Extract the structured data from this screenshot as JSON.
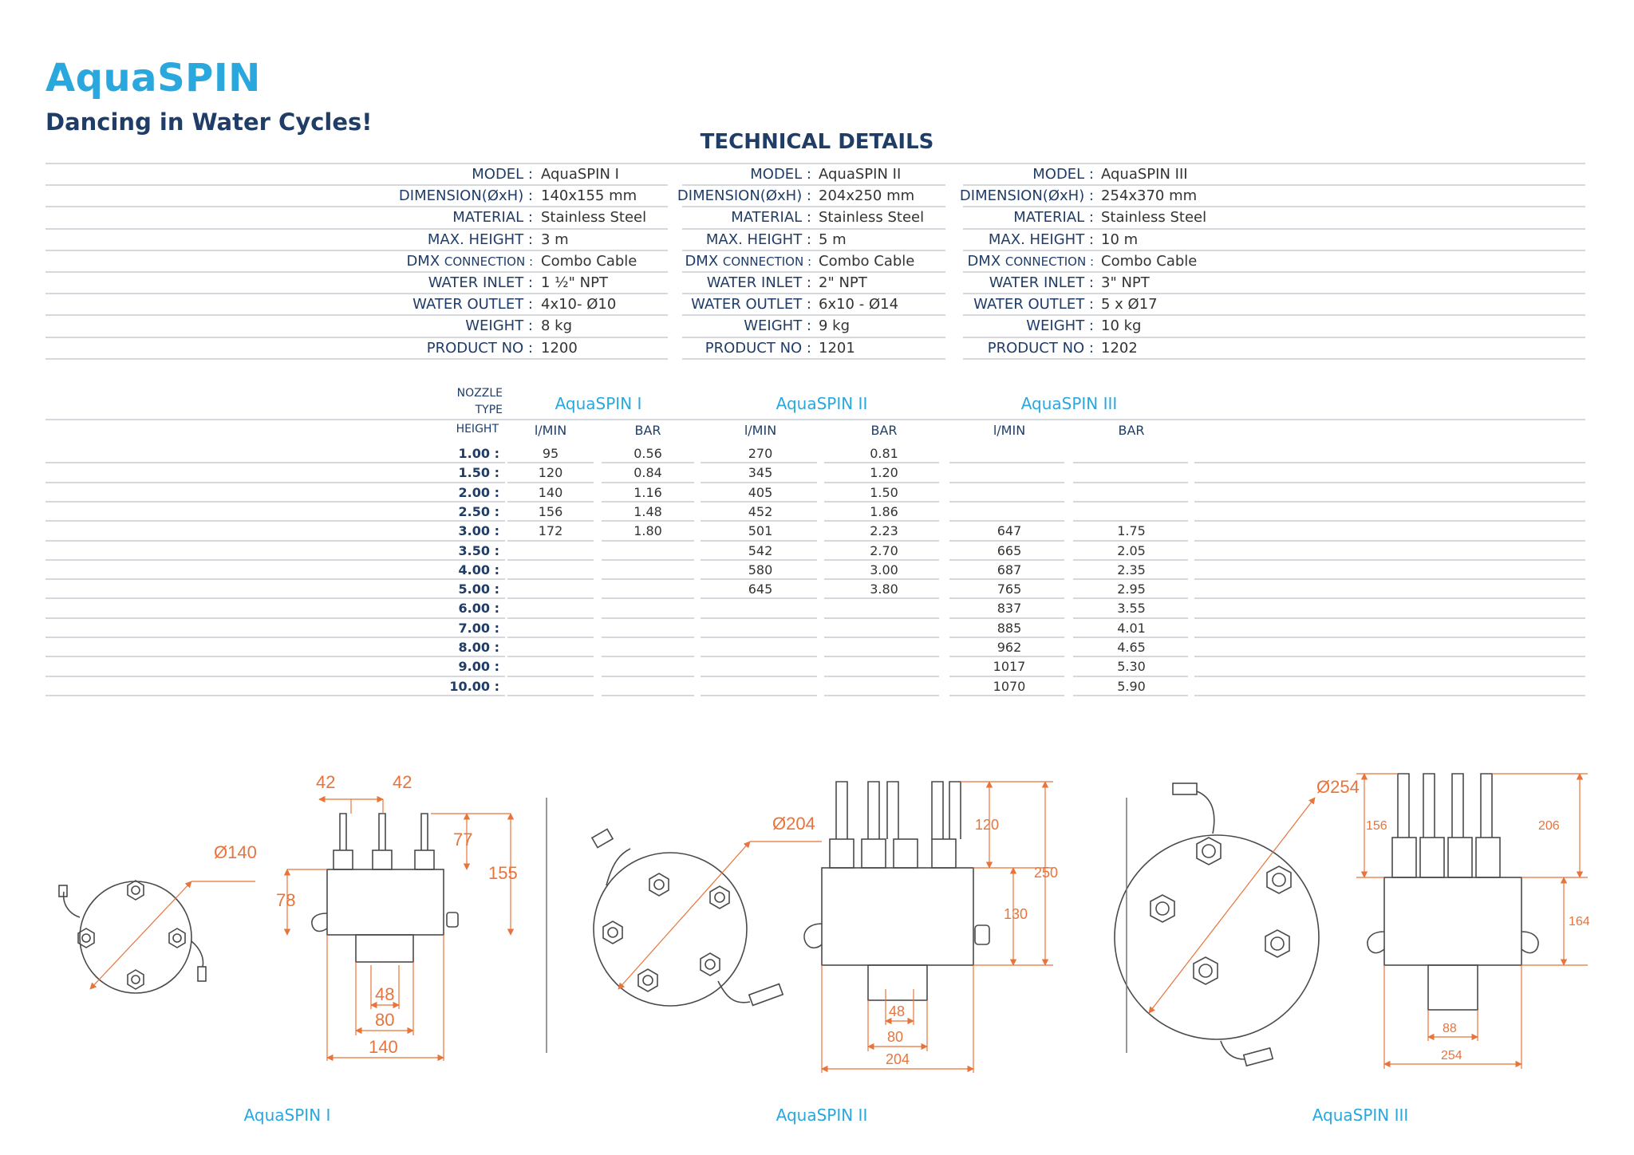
{
  "brand": {
    "title": "AquaSPIN",
    "subtitle": "Dancing in Water Cycles!"
  },
  "technical_details": {
    "heading": "TECHNICAL DETAILS",
    "labels": {
      "model": "MODEL :",
      "dimension": "DIMENSION(ØxH) :",
      "material": "MATERIAL :",
      "max_height": "MAX. HEIGHT :",
      "dmx_prefix": "DMX ",
      "dmx_suffix": "CONNECTION :",
      "water_inlet": "WATER INLET :",
      "water_outlet": "WATER OUTLET :",
      "weight": "WEIGHT :",
      "product_no": "PRODUCT NO :"
    },
    "models": [
      {
        "model": "AquaSPIN I",
        "dimension": "140x155 mm",
        "material": "Stainless Steel",
        "max_height": "3 m",
        "dmx": "Combo Cable",
        "water_inlet": "1 ½\" NPT",
        "water_outlet": "4x10- Ø10",
        "weight": "8 kg",
        "product_no": "1200"
      },
      {
        "model": "AquaSPIN II",
        "dimension": "204x250 mm",
        "material": "Stainless Steel",
        "max_height": "5 m",
        "dmx": "Combo Cable",
        "water_inlet": "2\" NPT",
        "water_outlet": "6x10 - Ø14",
        "weight": "9 kg",
        "product_no": "1201"
      },
      {
        "model": "AquaSPIN III",
        "dimension": "254x370 mm",
        "material": "Stainless Steel",
        "max_height": "10 m",
        "dmx": "Combo Cable",
        "water_inlet": "3\" NPT",
        "water_outlet": "5 x Ø17",
        "weight": "10 kg",
        "product_no": "1202"
      }
    ]
  },
  "flow_table": {
    "nozzle_type_line1": "NOZZLE",
    "nozzle_type_line2": "TYPE",
    "height_label": "HEIGHT",
    "unit_flow": "l/MIN",
    "unit_pressure": "BAR",
    "models": [
      "AquaSPIN I",
      "AquaSPIN II",
      "AquaSPIN III"
    ],
    "heights": [
      "1.00 :",
      "1.50 :",
      "2.00 :",
      "2.50 :",
      "3.00 :",
      "3.50 :",
      "4.00 :",
      "5.00 :",
      "6.00 :",
      "7.00 :",
      "8.00 :",
      "9.00 :",
      "10.00 :"
    ],
    "rows": [
      [
        "95",
        "0.56",
        "270",
        "0.81",
        "",
        ""
      ],
      [
        "120",
        "0.84",
        "345",
        "1.20",
        "",
        ""
      ],
      [
        "140",
        "1.16",
        "405",
        "1.50",
        "",
        ""
      ],
      [
        "156",
        "1.48",
        "452",
        "1.86",
        "",
        ""
      ],
      [
        "172",
        "1.80",
        "501",
        "2.23",
        "647",
        "1.75"
      ],
      [
        "",
        "",
        "542",
        "2.70",
        "665",
        "2.05"
      ],
      [
        "",
        "",
        "580",
        "3.00",
        "687",
        "2.35"
      ],
      [
        "",
        "",
        "645",
        "3.80",
        "765",
        "2.95"
      ],
      [
        "",
        "",
        "",
        "",
        "837",
        "3.55"
      ],
      [
        "",
        "",
        "",
        "",
        "885",
        "4.01"
      ],
      [
        "",
        "",
        "",
        "",
        "962",
        "4.65"
      ],
      [
        "",
        "",
        "",
        "",
        "1017",
        "5.30"
      ],
      [
        "",
        "",
        "",
        "",
        "1070",
        "5.90"
      ]
    ]
  },
  "drawings": {
    "dim1": {
      "d140": "Ø140",
      "w42a": "42",
      "w42b": "42",
      "h77": "77",
      "h155": "155",
      "h78": "78",
      "w48": "48",
      "w80": "80",
      "w140": "140"
    },
    "dim2": {
      "d204": "Ø204",
      "h120": "120",
      "h250": "250",
      "h130": "130",
      "w48": "48",
      "w80": "80",
      "w204": "204"
    },
    "dim3": {
      "d254": "Ø254",
      "h156": "156",
      "h206": "206",
      "h164": "164",
      "w88": "88",
      "w254": "254"
    },
    "captions": [
      "AquaSPIN I",
      "AquaSPIN II",
      "AquaSPIN III"
    ],
    "colors": {
      "dimension": "#e8743b",
      "outline": "#4a4a4a",
      "accent": "#2aa7dd"
    }
  }
}
